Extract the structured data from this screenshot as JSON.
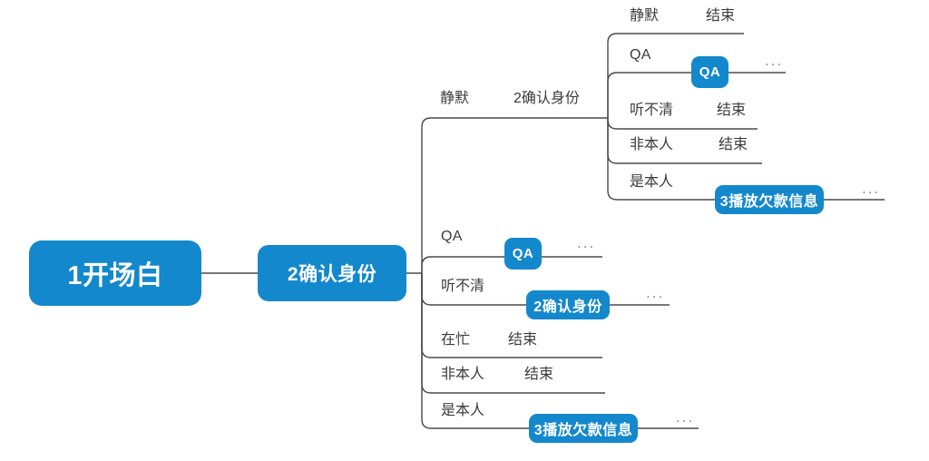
{
  "diagram": {
    "type": "mind-map",
    "title": "",
    "accent_color": "#1488cc",
    "line_color": "#4a4a4a",
    "text_color": "#3b3b3b",
    "muted_color": "#8d8d8d",
    "background": "#ffffff"
  },
  "nodes": {
    "root": {
      "label": "1开场白"
    },
    "main": {
      "label": "2确认身份"
    },
    "top_qa_badge": {
      "label": "QA"
    },
    "top_play_info": {
      "label": "3播放欠款信息"
    },
    "mid_qa_badge": {
      "label": "QA"
    },
    "mid_confirm": {
      "label": "2确认身份"
    },
    "bottom_play_info": {
      "label": "3播放欠款信息"
    }
  },
  "branches": {
    "level1": [
      {
        "condition": "静默",
        "target": "2确认身份"
      },
      {
        "condition": "QA",
        "target": "QA"
      },
      {
        "condition": "听不清",
        "target": "2确认身份"
      },
      {
        "condition": "在忙",
        "target": "结束"
      },
      {
        "condition": "非本人",
        "target": "结束"
      },
      {
        "condition": "是本人",
        "target": "3播放欠款信息"
      }
    ],
    "level2": [
      {
        "condition": "静默",
        "target": "结束"
      },
      {
        "condition": "QA",
        "target": "QA"
      },
      {
        "condition": "听不清",
        "target": "结束"
      },
      {
        "condition": "非本人",
        "target": "结束"
      },
      {
        "condition": "是本人",
        "target": "3播放欠款信息"
      }
    ]
  },
  "labels": {
    "l2_silence_cond": "静默",
    "l2_silence_end": "结束",
    "l2_qa_cond": "QA",
    "l2_unclear_cond": "听不清",
    "l2_unclear_end": "结束",
    "l2_notperson_cond": "非本人",
    "l2_notperson_end": "结束",
    "l2_isperson_cond": "是本人",
    "l1_silence_cond": "静默",
    "l1_silence_target": "2确认身份",
    "l1_qa_cond": "QA",
    "l1_unclear_cond": "听不清",
    "l1_busy_cond": "在忙",
    "l1_busy_end": "结束",
    "l1_notperson_cond": "非本人",
    "l1_notperson_end": "结束",
    "l1_isperson_cond": "是本人",
    "ellipsis": "..."
  }
}
